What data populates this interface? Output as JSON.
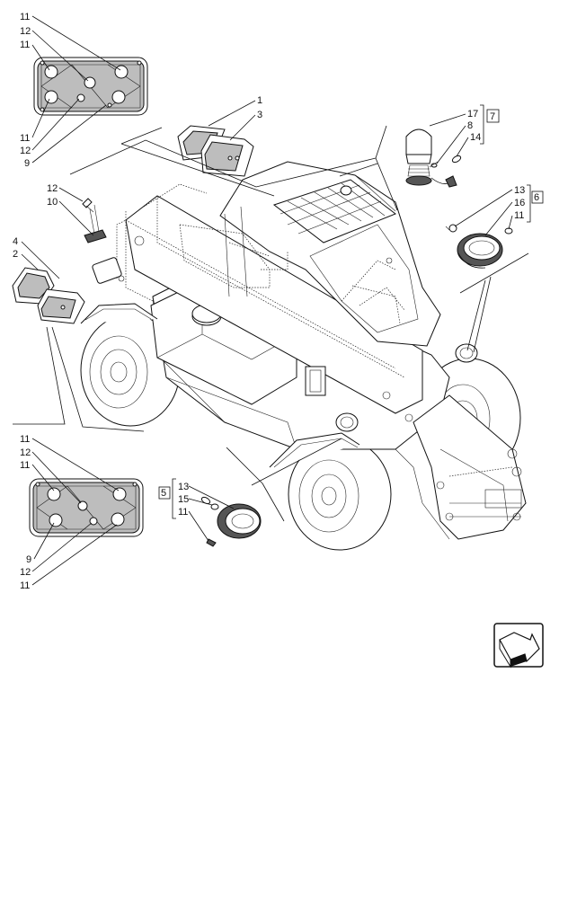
{
  "labels": {
    "tl_11a": "11",
    "tl_12a": "12",
    "tl_11b": "11",
    "tl_11c": "11",
    "tl_12b": "12",
    "tl_9": "9",
    "n1": "1",
    "n3": "3",
    "n17": "17",
    "n8": "8",
    "n14": "14",
    "box7": "7",
    "n12c": "12",
    "n10": "10",
    "r13": "13",
    "r16": "16",
    "r11": "11",
    "box6": "6",
    "n4": "4",
    "n2": "2",
    "bl_11a": "11",
    "bl_12a": "12",
    "bl_11b": "11",
    "bl_9": "9",
    "bl_12b": "12",
    "bl_11c": "11",
    "b13": "13",
    "b15": "15",
    "b11": "11",
    "box5": "5"
  },
  "icons": {
    "nav": "next-page-arrow-icon"
  }
}
